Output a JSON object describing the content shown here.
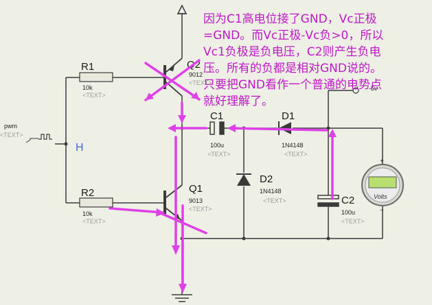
{
  "annotation": {
    "lines": [
      "因为C1高电位接了GND，Vc正极",
      "=GND。而Vc正极-Vc负>0，所以",
      "Vc1负极是负电压，C2则产生负电",
      "压。所有的负都是相对GND说的。",
      "只要把GND看作一个普通的电势点",
      "就好理解了。"
    ]
  },
  "components": {
    "r1": {
      "name": "R1",
      "value": "10k",
      "text": "<TEXT>"
    },
    "r2": {
      "name": "R2",
      "value": "10k",
      "text": "<TEXT>"
    },
    "q2": {
      "name": "Q2",
      "value": "9012",
      "text": "<TEXT>"
    },
    "q1": {
      "name": "Q1",
      "value": "9013",
      "text": "<TEXT>"
    },
    "c1": {
      "name": "C1",
      "value": "100u",
      "text": "<TEXT>"
    },
    "d1": {
      "name": "D1",
      "value": "1N4148",
      "text": "<TEXT>"
    },
    "d2": {
      "name": "D2",
      "value": "1N4148",
      "text": "<TEXT>"
    },
    "c2": {
      "name": "C2",
      "value": "100u",
      "text": "<TEXT>"
    },
    "pwm": {
      "name": "pwm",
      "text": "<TEXT>"
    },
    "node_h": "H",
    "voltmeter": {
      "unit": "Volts",
      "display": "-5v"
    }
  },
  "colors": {
    "wire": "#3a3a3a",
    "annotation": "#c018c8",
    "arrow": "#e040e8",
    "meter_face": "#b8e070"
  }
}
